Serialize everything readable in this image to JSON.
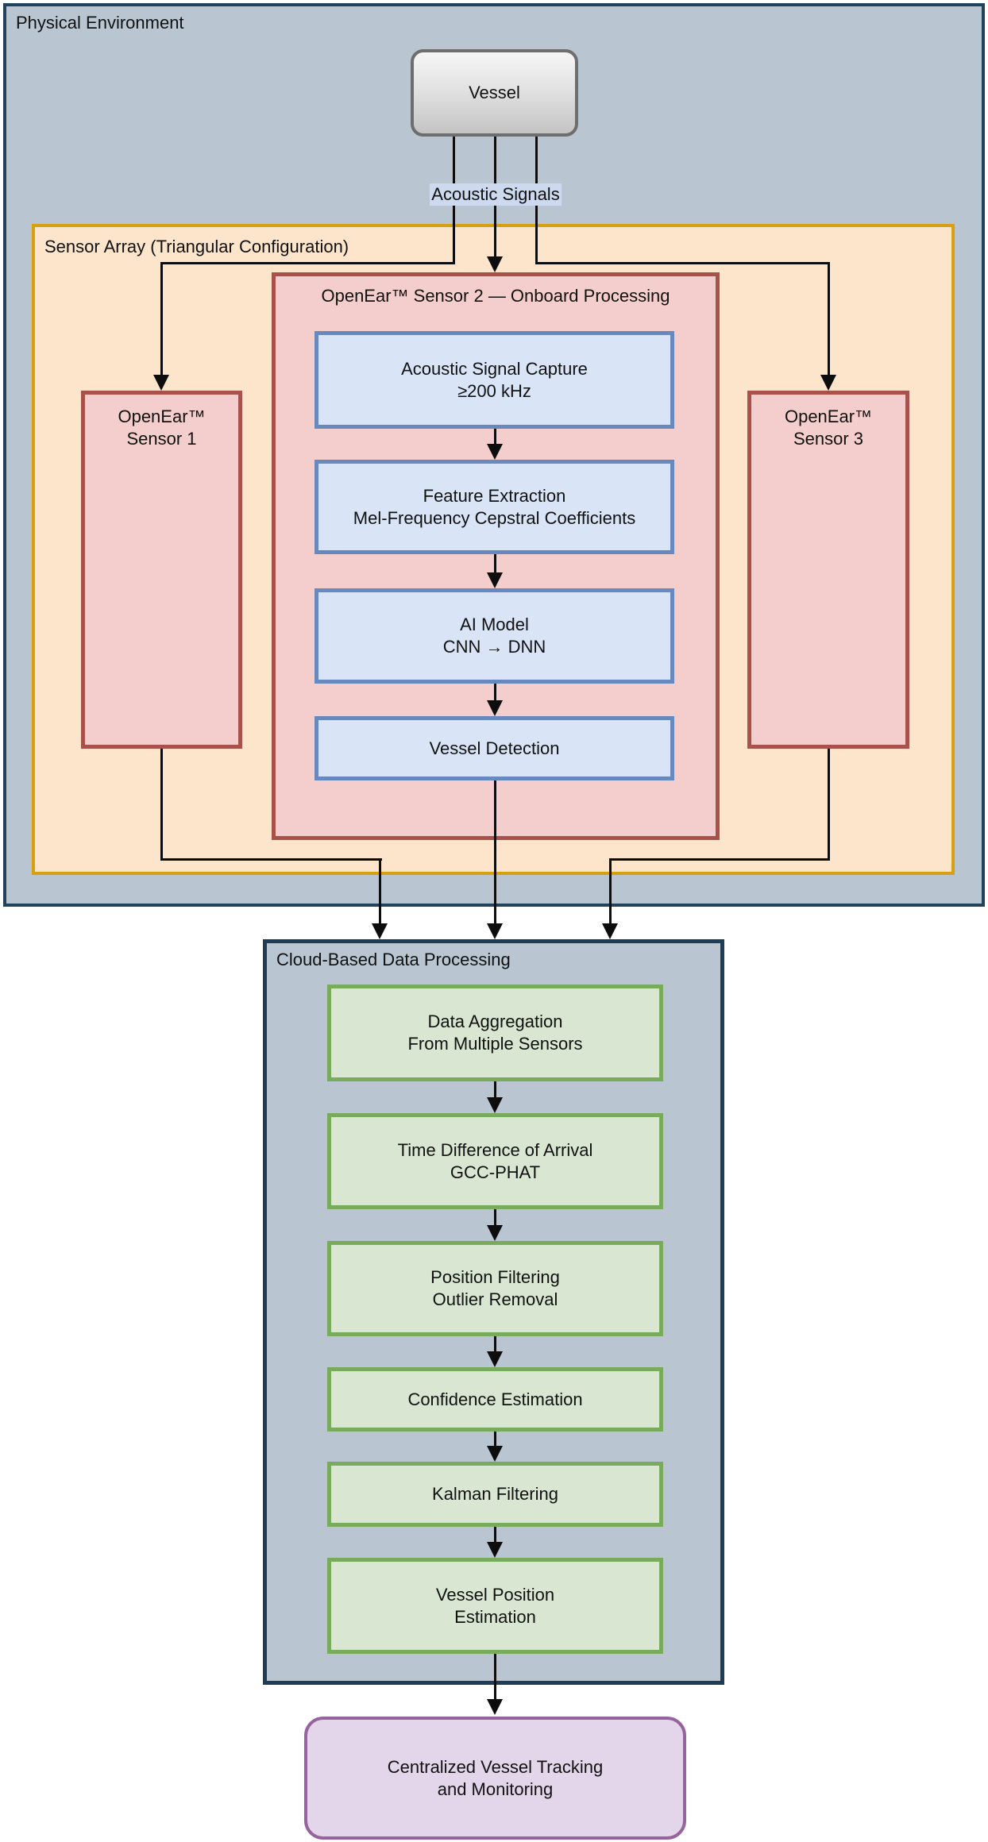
{
  "palette": {
    "page_bg": "#ffffff",
    "physical_env_bg": "#b9c6d2",
    "physical_env_border": "#22435c",
    "sensor_array_bg": "#fde5cc",
    "sensor_array_border": "#d7a013",
    "sensor_node_bg": "#f4cecc",
    "sensor_node_border": "#a9524b",
    "onboard_step_bg": "#d9e5f7",
    "onboard_step_border": "#6889bd",
    "cloud_bg": "#b9c6d2",
    "cloud_border": "#1d3c55",
    "cloud_step_bg": "#d9e7d2",
    "cloud_step_border": "#79ab5d",
    "output_bg": "#e4d6ea",
    "output_border": "#96639e",
    "vessel_node_border": "#6e6e6e",
    "signal_label_bg": "#cdd9ee",
    "edge_color": "#0d0d0d"
  },
  "physical_environment": {
    "label": "Physical Environment"
  },
  "vessel": {
    "label": "Vessel"
  },
  "acoustic": {
    "label": "Acoustic Signals"
  },
  "sensor_array": {
    "label": "Sensor Array (Triangular Configuration)"
  },
  "sensor1": {
    "line1": "OpenEar™",
    "line2": "Sensor 1"
  },
  "sensor3": {
    "line1": "OpenEar™",
    "line2": "Sensor 3"
  },
  "sensor2": {
    "title": "OpenEar™ Sensor 2 — Onboard Processing",
    "steps": [
      {
        "line1": "Acoustic Signal Capture",
        "line2": "≥200 kHz"
      },
      {
        "line1": "Feature Extraction",
        "line2": "Mel-Frequency Cepstral Coefficients"
      },
      {
        "line1": "AI Model",
        "line2": "CNN → DNN"
      },
      {
        "line1": "Vessel Detection",
        "line2": ""
      }
    ]
  },
  "cloud": {
    "title": "Cloud-Based Data Processing",
    "steps": [
      {
        "line1": "Data Aggregation",
        "line2": "From Multiple Sensors"
      },
      {
        "line1": "Time Difference of Arrival",
        "line2": "GCC-PHAT"
      },
      {
        "line1": "Position Filtering",
        "line2": "Outlier Removal"
      },
      {
        "line1": "Confidence Estimation",
        "line2": ""
      },
      {
        "line1": "Kalman Filtering",
        "line2": ""
      },
      {
        "line1": "Vessel Position",
        "line2": "Estimation"
      }
    ]
  },
  "output": {
    "line1": "Centralized Vessel Tracking",
    "line2": "and Monitoring"
  }
}
